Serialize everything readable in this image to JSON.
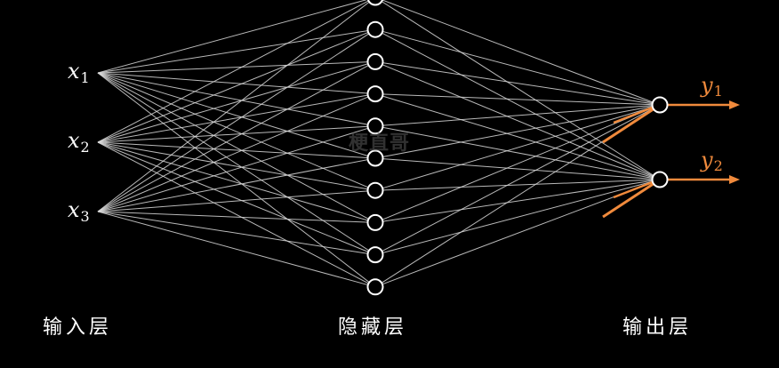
{
  "inputs": [
    {
      "var": "x",
      "sub": "1"
    },
    {
      "var": "x",
      "sub": "2"
    },
    {
      "var": "x",
      "sub": "3"
    }
  ],
  "hidden_count": 10,
  "outputs": [
    {
      "var": "y",
      "sub": "1"
    },
    {
      "var": "y",
      "sub": "2"
    }
  ],
  "labels": {
    "input_layer": "输入层",
    "hidden_layer": "隐藏层",
    "output_layer": "输出层"
  },
  "watermark": "梗直哥",
  "colors": {
    "background": "#000000",
    "edge": "#d9d9d9",
    "node_stroke": "#ffffff",
    "output_accent": "#f08a3c",
    "text": "#ffffff"
  }
}
